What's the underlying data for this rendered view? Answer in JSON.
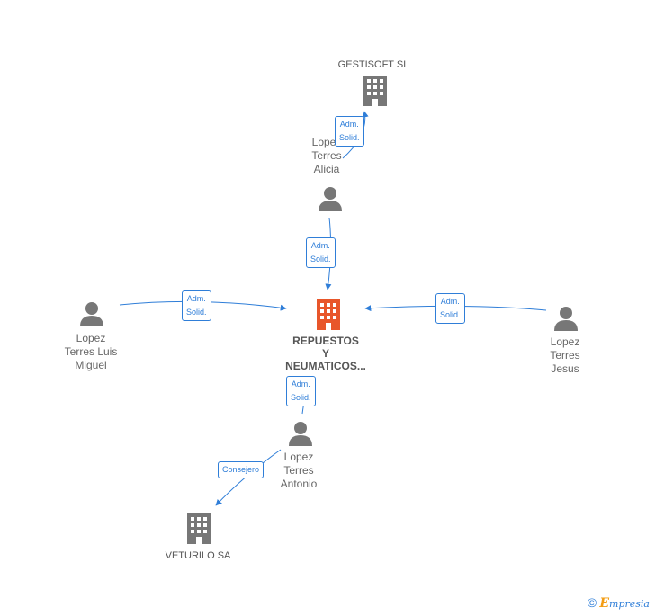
{
  "nodes": {
    "center": {
      "name_l1": "REPUESTOS",
      "name_l2": "Y",
      "name_l3": "NEUMATICOS...",
      "color": "#e8562a"
    },
    "gestisoft": {
      "name": "GESTISOFT SL"
    },
    "veturilo": {
      "name": "VETURILO SA"
    },
    "alicia": {
      "l1": "Lopez",
      "l2": "Terres",
      "l3": "Alicia"
    },
    "luis": {
      "l1": "Lopez",
      "l2": "Terres Luis",
      "l3": "Miguel"
    },
    "jesus": {
      "l1": "Lopez",
      "l2": "Terres",
      "l3": "Jesus"
    },
    "antonio": {
      "l1": "Lopez",
      "l2": "Terres",
      "l3": "Antonio"
    }
  },
  "edges": {
    "alicia_gestisoft": {
      "l1": "Adm.",
      "l2": "Solid."
    },
    "alicia_center": {
      "l1": "Adm.",
      "l2": "Solid."
    },
    "luis_center": {
      "l1": "Adm.",
      "l2": "Solid."
    },
    "jesus_center": {
      "l1": "Adm.",
      "l2": "Solid."
    },
    "antonio_center": {
      "l1": "Adm.",
      "l2": "Solid."
    },
    "antonio_veturilo": {
      "l1": "Consejero"
    }
  },
  "colors": {
    "edge": "#2f7ed8",
    "icon_gray": "#777777",
    "accent": "#e8562a"
  },
  "brand": {
    "copyright": "©",
    "e": "E",
    "rest": "mpresia"
  }
}
